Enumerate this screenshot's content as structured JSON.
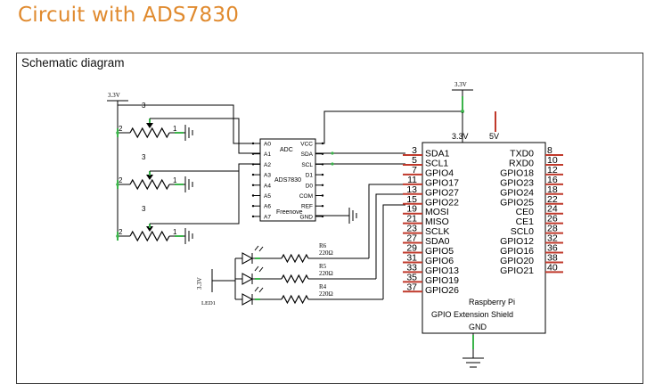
{
  "page": {
    "title": "Circuit with ADS7830"
  },
  "figure": {
    "caption": "Schematic diagram"
  },
  "power": {
    "vcc_label": "3.3V"
  },
  "adc": {
    "name": "ADC",
    "part": "ADS7830",
    "brand": "Freenove",
    "left_pins": [
      "A0",
      "A1",
      "A2",
      "A3",
      "A4",
      "A5",
      "A6",
      "A7"
    ],
    "right_pins": [
      "VCC",
      "SDA",
      "SCL",
      "D1",
      "D0",
      "COM",
      "REF",
      "GND"
    ]
  },
  "pot_pins": {
    "wiper": "3",
    "a": "2",
    "b": "1"
  },
  "resistors": [
    {
      "name": "R6",
      "value": "220Ω"
    },
    {
      "name": "R5",
      "value": "220Ω"
    },
    {
      "name": "R4",
      "value": "220Ω"
    }
  ],
  "led_label": "LED1",
  "shield": {
    "top_left": "3.3V",
    "top_right": "5V",
    "name_line1": "Raspberry Pi",
    "name_line2": "GPIO Extension Shield",
    "gnd": "GND",
    "left_pins": [
      {
        "num": "3",
        "label": "SDA1"
      },
      {
        "num": "5",
        "label": "SCL1"
      },
      {
        "num": "7",
        "label": "GPIO4"
      },
      {
        "num": "11",
        "label": "GPIO17"
      },
      {
        "num": "13",
        "label": "GPIO27"
      },
      {
        "num": "15",
        "label": "GPIO22"
      },
      {
        "num": "19",
        "label": "MOSI"
      },
      {
        "num": "21",
        "label": "MISO"
      },
      {
        "num": "23",
        "label": "SCLK"
      },
      {
        "num": "27",
        "label": "SDA0"
      },
      {
        "num": "29",
        "label": "GPIO5"
      },
      {
        "num": "31",
        "label": "GPIO6"
      },
      {
        "num": "33",
        "label": "GPIO13"
      },
      {
        "num": "35",
        "label": "GPIO19"
      },
      {
        "num": "37",
        "label": "GPIO26"
      }
    ],
    "right_pins": [
      {
        "num": "8",
        "label": "TXD0"
      },
      {
        "num": "10",
        "label": "RXD0"
      },
      {
        "num": "12",
        "label": "GPIO18"
      },
      {
        "num": "16",
        "label": "GPIO23"
      },
      {
        "num": "18",
        "label": "GPIO24"
      },
      {
        "num": "22",
        "label": "GPIO25"
      },
      {
        "num": "24",
        "label": "CE0"
      },
      {
        "num": "26",
        "label": "CE1"
      },
      {
        "num": "28",
        "label": "SCL0"
      },
      {
        "num": "32",
        "label": "GPIO12"
      },
      {
        "num": "36",
        "label": "GPIO16"
      },
      {
        "num": "38",
        "label": "GPIO20"
      },
      {
        "num": "40",
        "label": "GPIO21"
      }
    ]
  }
}
